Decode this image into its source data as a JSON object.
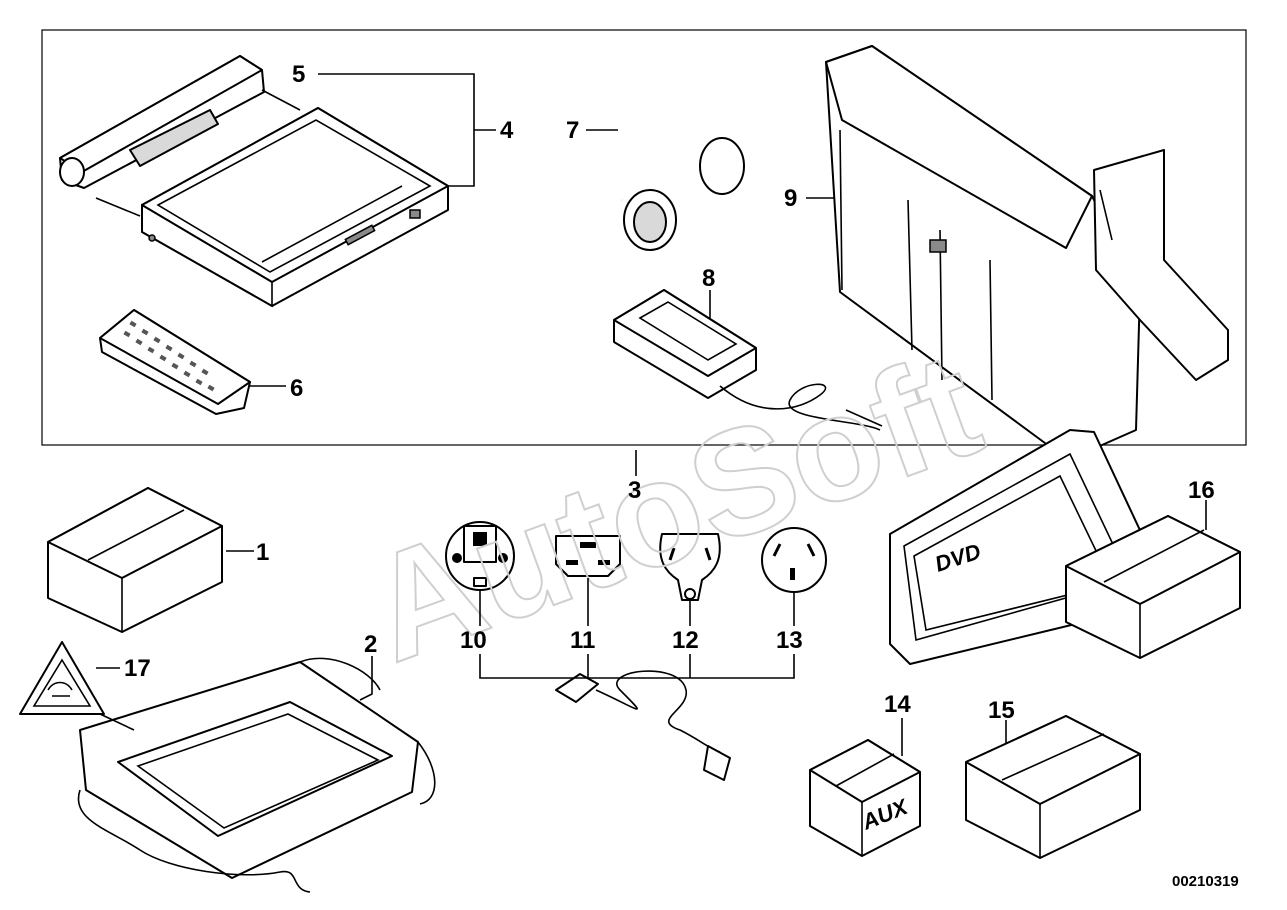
{
  "watermark": "AutoSoft",
  "diagram_id": "00210319",
  "box_labels": {
    "dvd": "DVD",
    "aux": "AUX"
  },
  "callouts": {
    "c1": "1",
    "c2": "2",
    "c3": "3",
    "c4": "4",
    "c5": "5",
    "c6": "6",
    "c7": "7",
    "c8": "8",
    "c9": "9",
    "c10": "10",
    "c11": "11",
    "c12": "12",
    "c13": "13",
    "c14": "14",
    "c15": "15",
    "c16": "16",
    "c17": "17"
  }
}
